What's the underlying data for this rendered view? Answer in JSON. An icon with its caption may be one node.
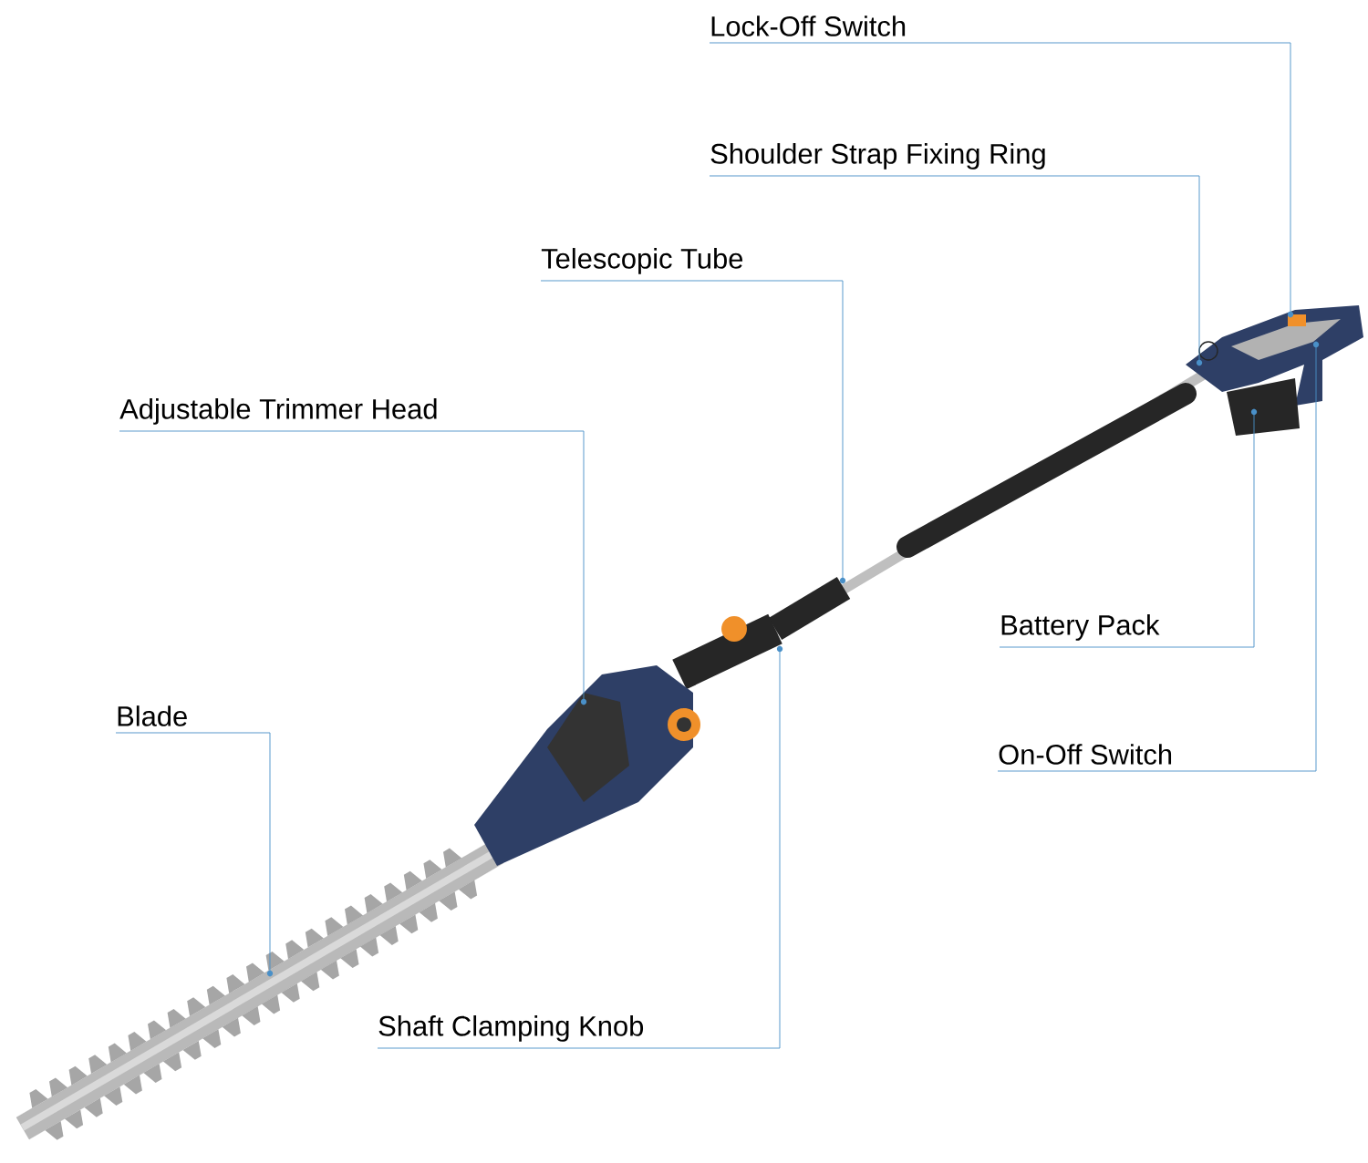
{
  "diagram": {
    "nodes": [
      {
        "text": [
          "Lock-Off Switch"
        ]
      },
      {
        "text": [
          "Shoulder Strap Fixing Ring"
        ]
      },
      {
        "text": [
          "Telescopic Tube"
        ]
      },
      {
        "text": [
          "Adjustable Trimmer Head"
        ]
      },
      {
        "text": [
          "Blade"
        ]
      },
      {
        "text": [
          "Shaft Clamping Knob"
        ]
      },
      {
        "text": [
          "Battery Pack"
        ]
      },
      {
        "text": [
          "On-Off Switch"
        ]
      },
      {
        "text": [],
        "shape": "circle"
      },
      {
        "text": [],
        "shape": "circle"
      },
      {
        "text": [],
        "shape": "circle"
      },
      {
        "text": [],
        "shape": "circle"
      },
      {
        "text": [],
        "shape": "circle"
      },
      {
        "text": [],
        "shape": "circle"
      },
      {
        "text": [],
        "shape": "circle"
      },
      {
        "text": [],
        "shape": "circle"
      }
    ],
    "edges": [
      {
        "from": 0,
        "to": 8,
        "arrow": "none"
      },
      {
        "from": 1,
        "to": 9,
        "arrow": "none"
      },
      {
        "from": 2,
        "to": 10,
        "arrow": "none"
      },
      {
        "from": 3,
        "to": 11,
        "arrow": "none"
      },
      {
        "from": 4,
        "to": 12,
        "arrow": "none"
      },
      {
        "from": 5,
        "to": 13,
        "arrow": "none"
      },
      {
        "from": 6,
        "to": 14,
        "arrow": "none"
      },
      {
        "from": 7,
        "to": 15,
        "arrow": "none"
      }
    ]
  }
}
